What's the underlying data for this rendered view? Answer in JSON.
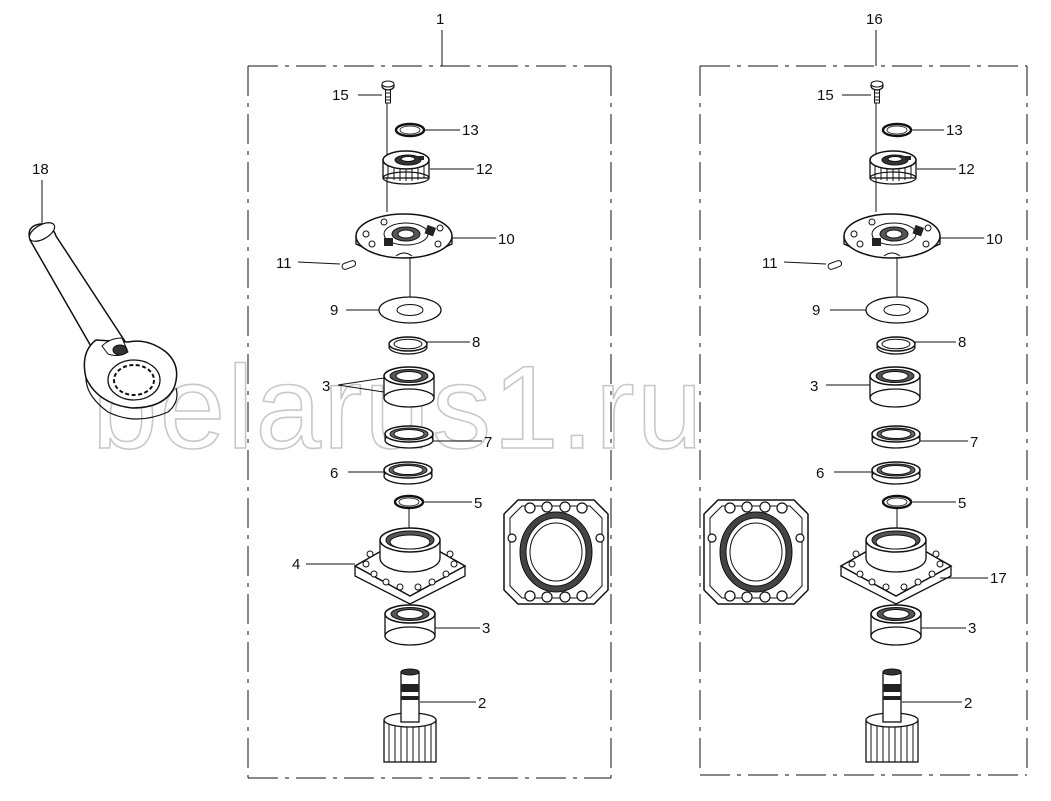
{
  "assemblies": [
    {
      "ref": "1",
      "callouts": [
        "15",
        "13",
        "12",
        "10",
        "11",
        "9",
        "8",
        "3",
        "7",
        "6",
        "5",
        "4",
        "3",
        "2"
      ]
    },
    {
      "ref": "16",
      "callouts": [
        "15",
        "13",
        "12",
        "10",
        "11",
        "9",
        "8",
        "3",
        "7",
        "6",
        "5",
        "17",
        "3",
        "2"
      ]
    }
  ],
  "wrench": {
    "ref": "18"
  },
  "watermark": "belarus1.ru"
}
